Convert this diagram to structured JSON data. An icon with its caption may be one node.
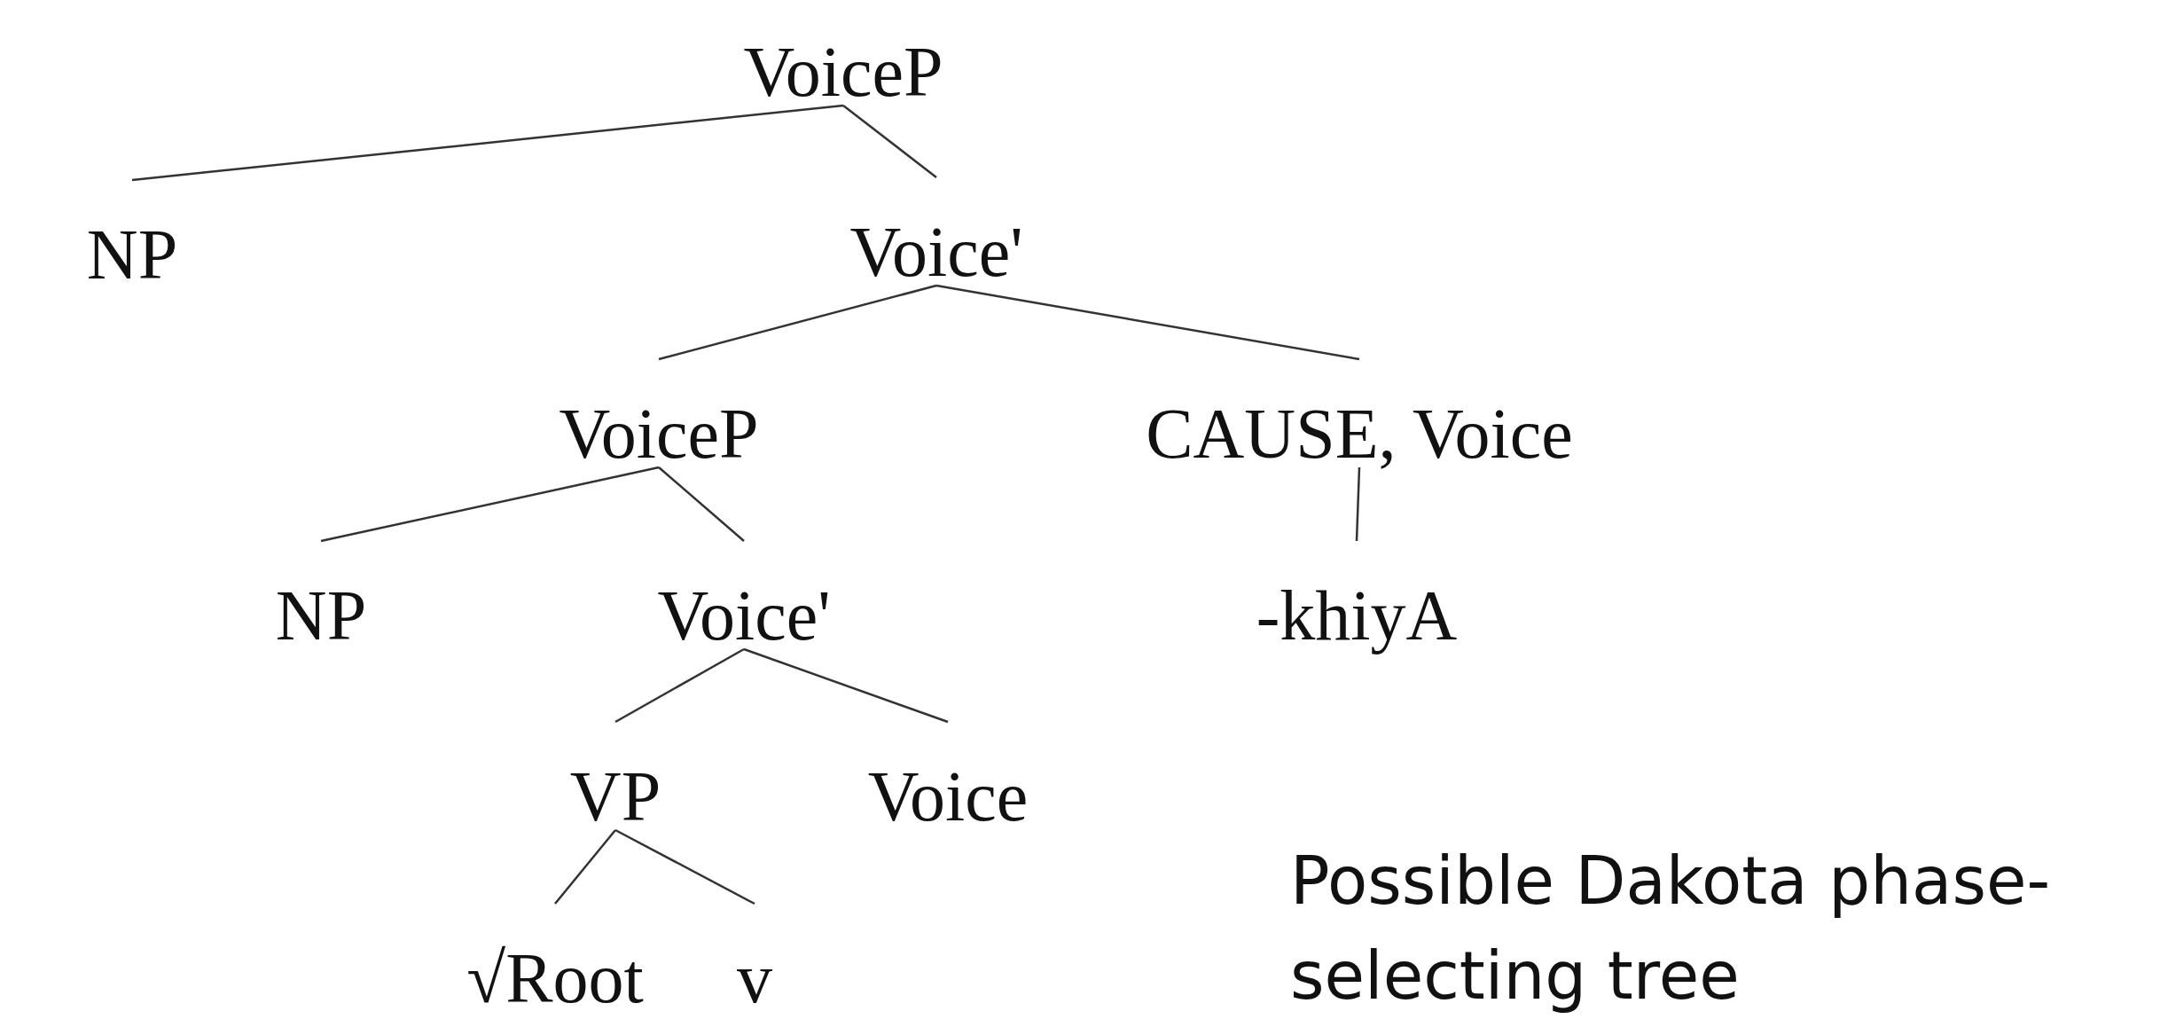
{
  "diagram": {
    "nodes": [
      {
        "text": [
          "VoiceP"
        ]
      },
      {
        "text": [
          "NP"
        ]
      },
      {
        "text": [
          "Voice'"
        ]
      },
      {
        "text": [
          "VoiceP"
        ]
      },
      {
        "text": [
          "CAUSE, Voice"
        ]
      },
      {
        "text": [
          "NP"
        ]
      },
      {
        "text": [
          "Voice'"
        ]
      },
      {
        "text": [
          "-khiyA"
        ]
      },
      {
        "text": [
          "VP"
        ]
      },
      {
        "text": [
          "Voice"
        ]
      },
      {
        "text": [
          "√Root"
        ]
      },
      {
        "text": [
          "v"
        ]
      }
    ],
    "edges": [
      {
        "from": 0,
        "to": 1,
        "arrow": "none"
      },
      {
        "from": 0,
        "to": 2,
        "arrow": "none"
      },
      {
        "from": 2,
        "to": 3,
        "arrow": "none"
      },
      {
        "from": 2,
        "to": 4,
        "arrow": "none"
      },
      {
        "from": 3,
        "to": 5,
        "arrow": "none"
      },
      {
        "from": 3,
        "to": 6,
        "arrow": "none"
      },
      {
        "from": 4,
        "to": 7,
        "arrow": "none"
      },
      {
        "from": 6,
        "to": 8,
        "arrow": "none"
      },
      {
        "from": 6,
        "to": 9,
        "arrow": "none"
      },
      {
        "from": 8,
        "to": 10,
        "arrow": "none"
      },
      {
        "from": 8,
        "to": 11,
        "arrow": "none"
      }
    ],
    "labels": [
      "Possible Dakota phase-selecting tree"
    ]
  }
}
